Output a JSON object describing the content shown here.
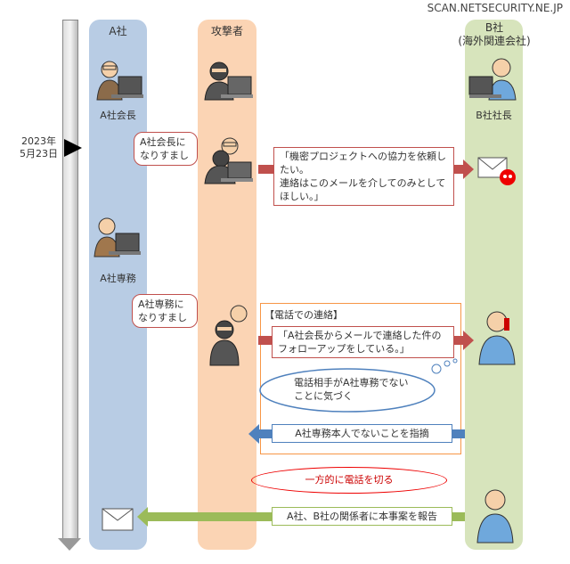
{
  "watermark": "SCAN.NETSECURITY.NE.JP",
  "lanes": {
    "a": {
      "title": "A社",
      "color": "#b8cce4"
    },
    "attacker": {
      "title": "攻撃者",
      "color": "#fbd4b4"
    },
    "b": {
      "title": "B社",
      "subtitle": "(海外関連会社)",
      "color": "#d7e4bc"
    }
  },
  "actors": {
    "a_chairman": "A社会長",
    "a_director": "A社専務",
    "b_president": "B社社長"
  },
  "timeline": {
    "date_line1": "2023年",
    "date_line2": "5月23日"
  },
  "step1": {
    "bubble": [
      "A社会長に",
      "なりすまし"
    ],
    "message": [
      "「機密プロジェクトへの協力を依頼したい。",
      "連絡はこのメールを介してのみとして",
      "ほしい。」"
    ]
  },
  "step2": {
    "bubble": [
      "A社専務に",
      "なりすまし"
    ],
    "group_title": "【電話での連絡】",
    "message": [
      "「A社会長からメールで連絡した件の",
      "フォローアップをしている。」"
    ],
    "thought": [
      "電話相手がA社専務でない",
      "ことに気づく"
    ],
    "reply": "A社専務本人でないことを指摘"
  },
  "hangup": "一方的に電話を切る",
  "report": "A社、B社の関係者に本事案を報告",
  "colors": {
    "red": "#c0504d",
    "blue": "#4f81bd",
    "green": "#9bbb59",
    "orange": "#f79646"
  }
}
